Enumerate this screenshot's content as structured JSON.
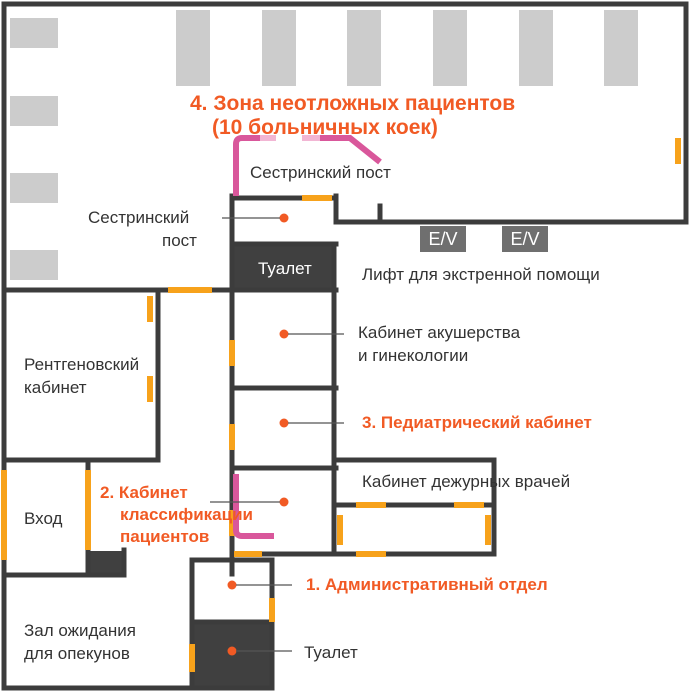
{
  "zones": {
    "emergency_line1": "4. Зона неотложных пациентов",
    "emergency_line2": "(10 больничных коек)",
    "pediatric": "3. Педиатрический кабинет",
    "triage_line1": "2. Кабинет",
    "triage_line2": "классификации",
    "triage_line3": "пациентов",
    "admin": "1. Административный отдел"
  },
  "rooms": {
    "nurse_station_top": "Сестринский пост",
    "nurse_station_left_line1": "Сестринский",
    "nurse_station_left_line2": "пост",
    "toilet_upper": "Туалет",
    "elevator_caption": "Лифт для экстренной помощи",
    "obgyn_line1": "Кабинет акушерства",
    "obgyn_line2": "и гинекологии",
    "xray_line1": "Рентгеновский",
    "xray_line2": "кабинет",
    "duty_doctors": "Кабинет дежурных врачей",
    "entrance": "Вход",
    "waiting_line1": "Зал ожидания",
    "waiting_line2": "для опекунов",
    "toilet_lower": "Туалет"
  },
  "elevators": [
    "E/V",
    "E/V"
  ],
  "colors": {
    "wall": "#3c3c3c",
    "door": "#f7a21b",
    "accent": "#f15a24",
    "curtain": "#d9579b",
    "curtain_light": "#f2b6d4",
    "bed": "#cccccc",
    "dark_room": "#404040",
    "elevator": "#6f6f6f"
  }
}
